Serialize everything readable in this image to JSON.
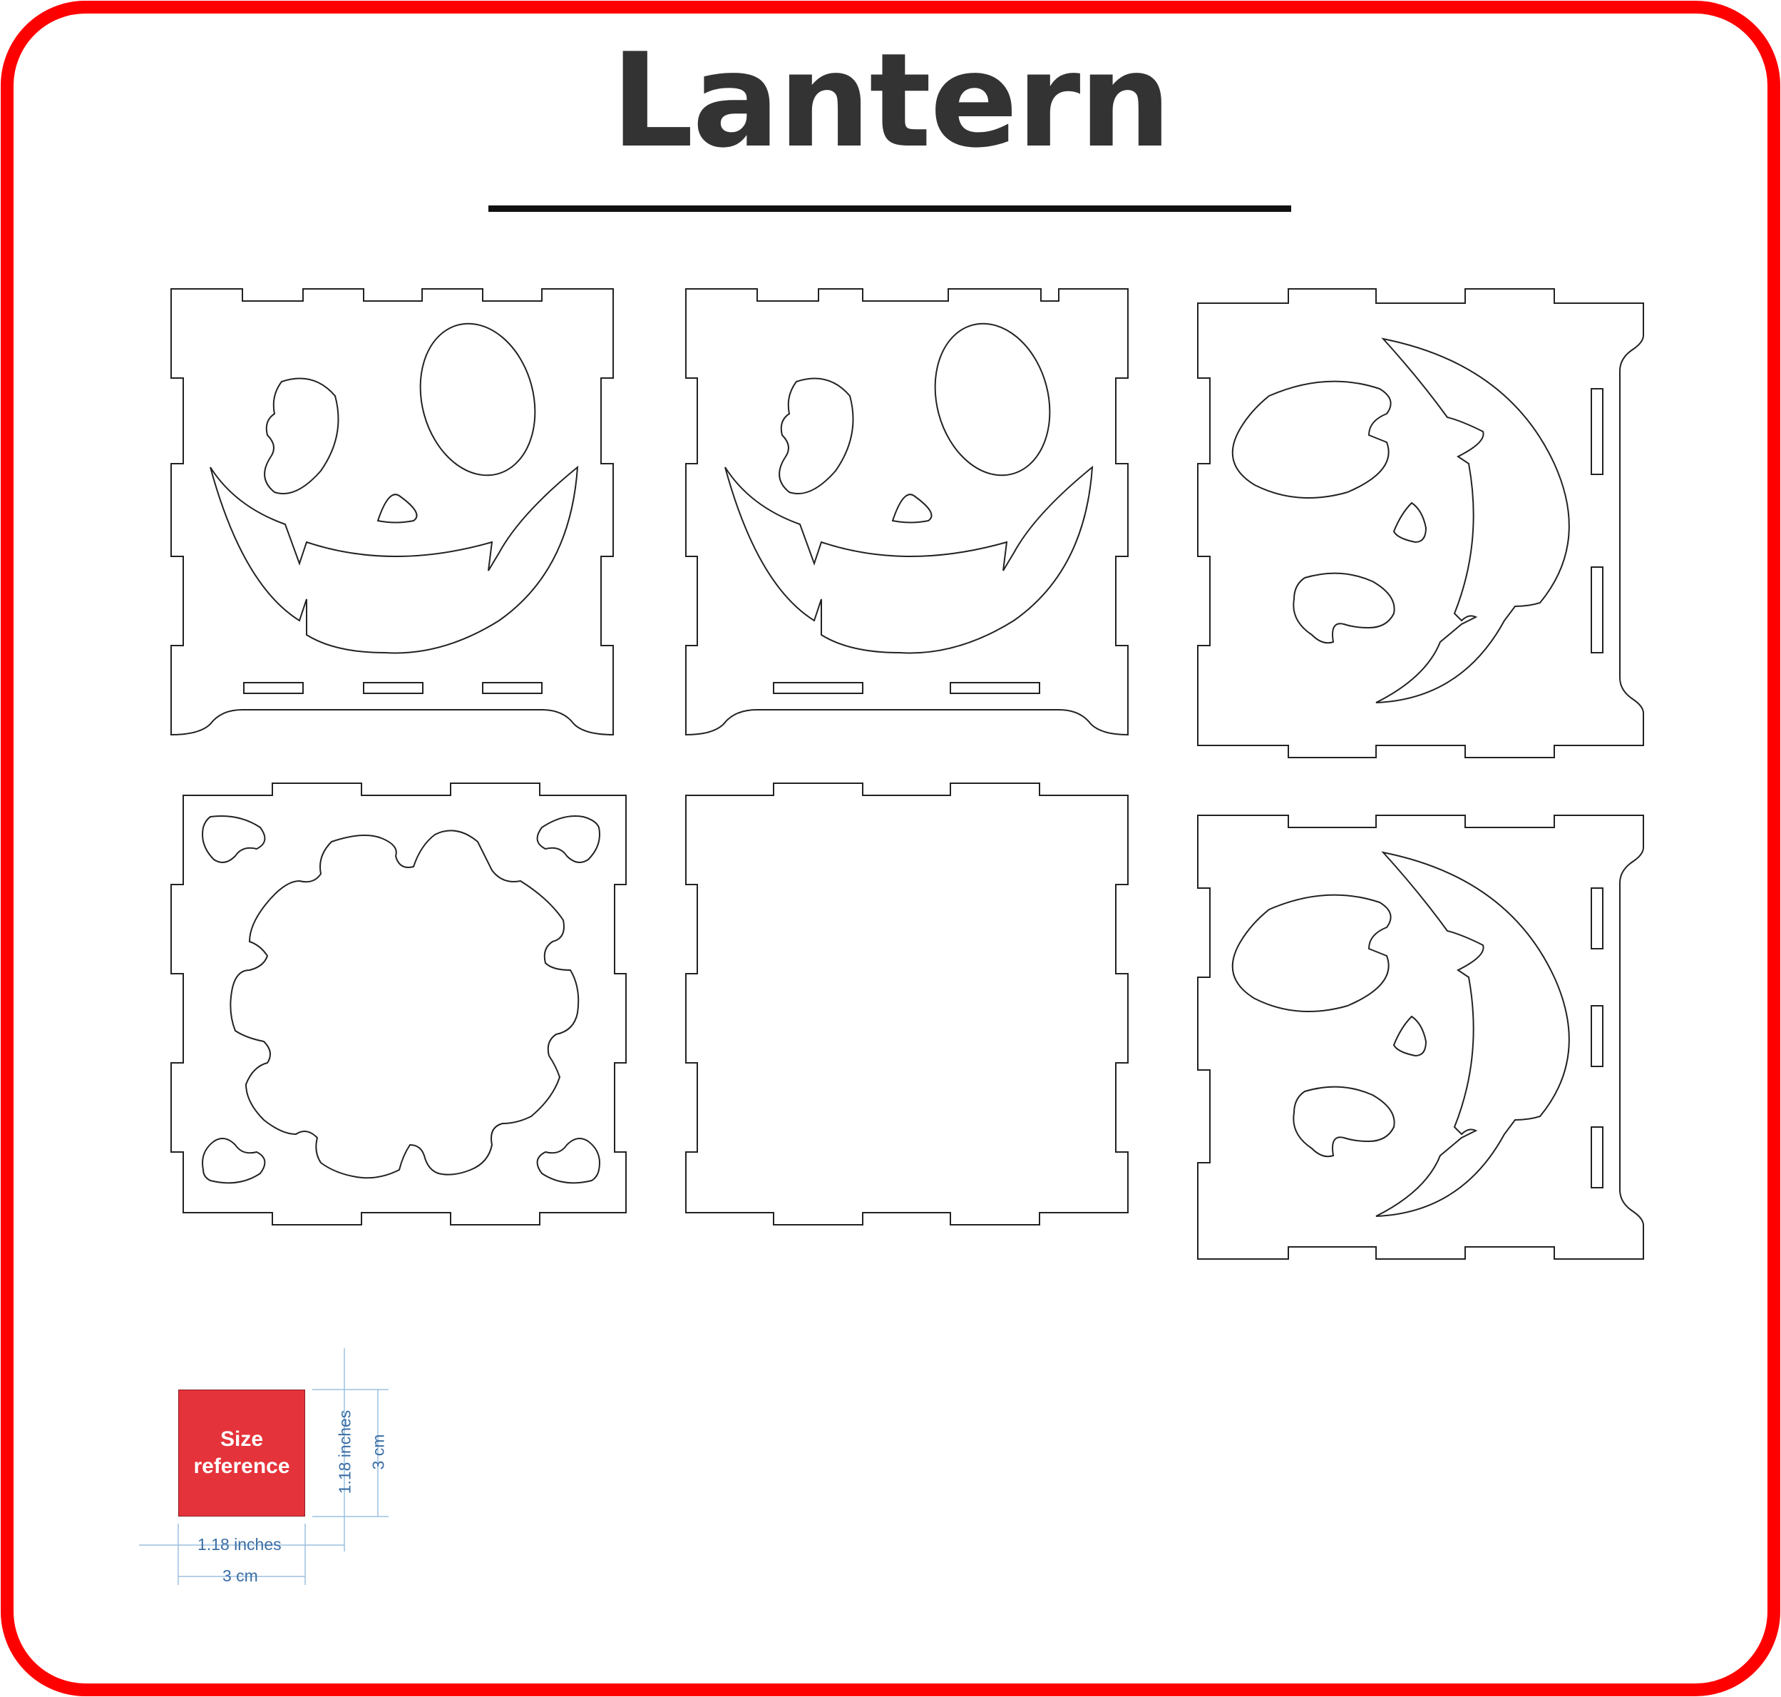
{
  "title": "Lantern",
  "size_reference": {
    "label": "Size reference",
    "width_inches": "1.18 inches",
    "width_cm": "3 cm",
    "height_inches": "1.18 inches",
    "height_cm": "3 cm"
  },
  "colors": {
    "border": "#ff0000",
    "title": "#333333",
    "reference_box": "#e5333b",
    "dimension_lines": "#3a6ea5",
    "cut_lines": "#222222"
  },
  "panels": [
    {
      "name": "pumpkin-face-panel-1",
      "cutout": "pumpkin face",
      "slots": 3
    },
    {
      "name": "pumpkin-face-panel-2",
      "cutout": "pumpkin face",
      "slots": 2
    },
    {
      "name": "moon-face-panel-1",
      "cutout": "crescent moon face",
      "slots": 2
    },
    {
      "name": "sun-cutout-panel",
      "cutout": "sun shape with four corner holes",
      "slots": 0
    },
    {
      "name": "plain-panel",
      "cutout": "none",
      "slots": 0
    },
    {
      "name": "moon-face-panel-2",
      "cutout": "crescent moon face",
      "slots": 3
    }
  ]
}
